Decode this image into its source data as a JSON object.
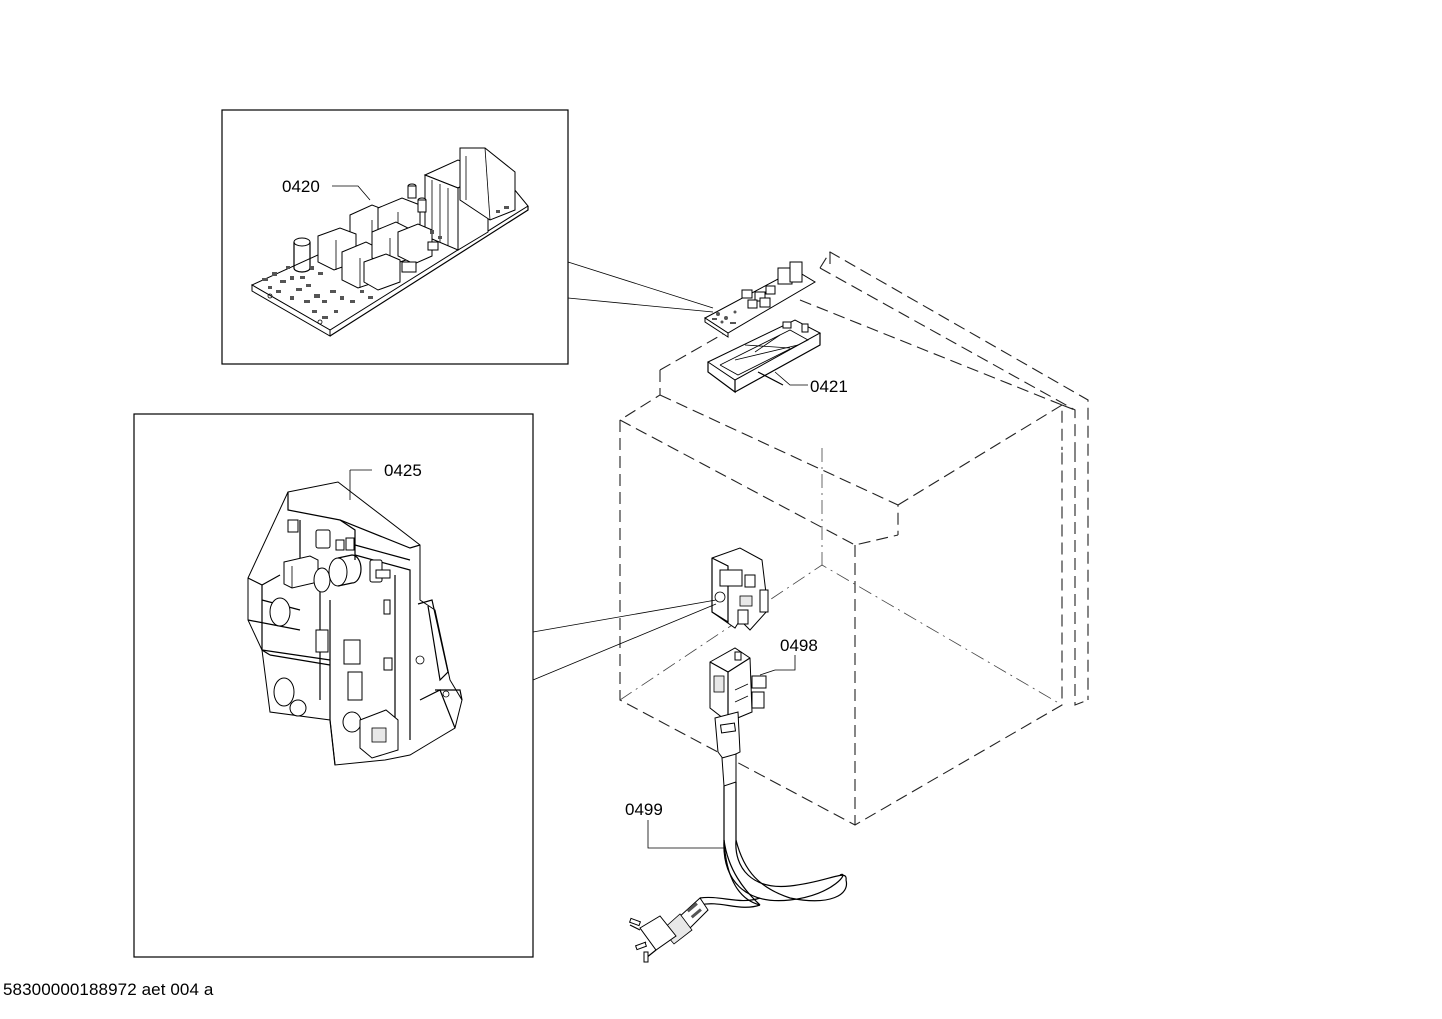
{
  "parts": {
    "p0420": "0420",
    "p0421": "0421",
    "p0425": "0425",
    "p0498": "0498",
    "p0499": "0499"
  },
  "footer": "58300000188972 aet 004 a"
}
